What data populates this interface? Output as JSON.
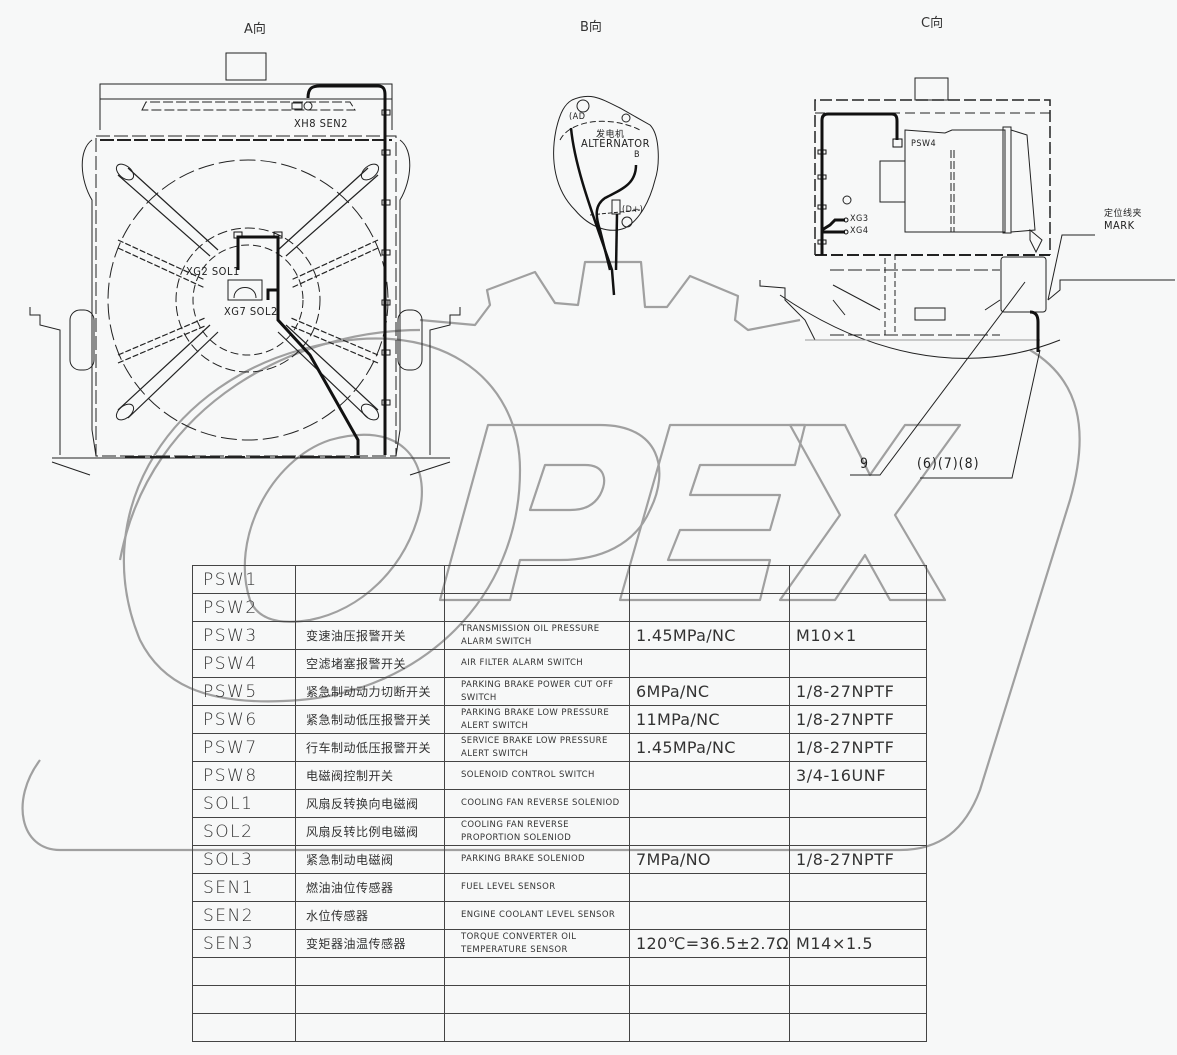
{
  "views": {
    "a": {
      "title": "A向",
      "labels": {
        "top_sensor": "XH8 SEN2",
        "upper_solenoid": "XG2 SOL1",
        "lower_solenoid": "XG7 SOL2"
      }
    },
    "b": {
      "title": "B向",
      "labels": {
        "component_cn": "发电机",
        "component_en": "ALTERNATOR",
        "terminal_top": "(AD",
        "terminal_right": "B",
        "terminal_bottom": "(D+)"
      }
    },
    "c": {
      "title": "C向",
      "labels": {
        "switch": "PSW4",
        "connector_1": "XG3",
        "connector_2": "XG4",
        "mark_cn": "定位线夹",
        "mark_en": "MARK",
        "item_9": "9",
        "items_678": "(6)(7)(8)"
      }
    }
  },
  "watermark": {
    "text": "OPEX",
    "color": "#9a9a9a"
  },
  "table": {
    "columns": [
      "code",
      "name_cn",
      "name_en",
      "setting",
      "thread"
    ],
    "rows": [
      {
        "code": "PSW1",
        "name_cn": "",
        "name_en": "",
        "setting": "",
        "thread": ""
      },
      {
        "code": "PSW2",
        "name_cn": "",
        "name_en": "",
        "setting": "",
        "thread": ""
      },
      {
        "code": "PSW3",
        "name_cn": "变速油压报警开关",
        "name_en": "TRANSMISSION OIL PRESSURE ALARM SWITCH",
        "setting": "1.45MPa/NC",
        "thread": "M10×1"
      },
      {
        "code": "PSW4",
        "name_cn": "空滤堵塞报警开关",
        "name_en": "AIR FILTER ALARM SWITCH",
        "setting": "",
        "thread": ""
      },
      {
        "code": "PSW5",
        "name_cn": "紧急制动动力切断开关",
        "name_en": "PARKING BRAKE POWER CUT OFF SWITCH",
        "setting": "6MPa/NC",
        "thread": "1/8-27NPTF"
      },
      {
        "code": "PSW6",
        "name_cn": "紧急制动低压报警开关",
        "name_en": "PARKING BRAKE LOW PRESSURE ALERT SWITCH",
        "setting": "11MPa/NC",
        "thread": "1/8-27NPTF"
      },
      {
        "code": "PSW7",
        "name_cn": "行车制动低压报警开关",
        "name_en": "SERVICE BRAKE LOW PRESSURE ALERT SWITCH",
        "setting": "1.45MPa/NC",
        "thread": "1/8-27NPTF"
      },
      {
        "code": "PSW8",
        "name_cn": "电磁阀控制开关",
        "name_en": "SOLENOID CONTROL SWITCH",
        "setting": "",
        "thread": "3/4-16UNF"
      },
      {
        "code": "SOL1",
        "name_cn": "风扇反转换向电磁阀",
        "name_en": "COOLING FAN REVERSE SOLENIOD",
        "setting": "",
        "thread": ""
      },
      {
        "code": "SOL2",
        "name_cn": "风扇反转比例电磁阀",
        "name_en": "COOLING FAN REVERSE PROPORTION SOLENIOD",
        "setting": "",
        "thread": ""
      },
      {
        "code": "SOL3",
        "name_cn": "紧急制动电磁阀",
        "name_en": "PARKING BRAKE SOLENIOD",
        "setting": "7MPa/NO",
        "thread": "1/8-27NPTF"
      },
      {
        "code": "SEN1",
        "name_cn": "燃油油位传感器",
        "name_en": "FUEL LEVEL SENSOR",
        "setting": "",
        "thread": ""
      },
      {
        "code": "SEN2",
        "name_cn": "水位传感器",
        "name_en": "ENGINE COOLANT LEVEL SENSOR",
        "setting": "",
        "thread": ""
      },
      {
        "code": "SEN3",
        "name_cn": "变矩器油温传感器",
        "name_en": "TORQUE CONVERTER OIL TEMPERATURE SENSOR",
        "setting": "120℃=36.5±2.7Ω",
        "thread": "M14×1.5"
      },
      {
        "code": "",
        "name_cn": "",
        "name_en": "",
        "setting": "",
        "thread": ""
      },
      {
        "code": "",
        "name_cn": "",
        "name_en": "",
        "setting": "",
        "thread": ""
      },
      {
        "code": "",
        "name_cn": "",
        "name_en": "",
        "setting": "",
        "thread": ""
      }
    ]
  }
}
